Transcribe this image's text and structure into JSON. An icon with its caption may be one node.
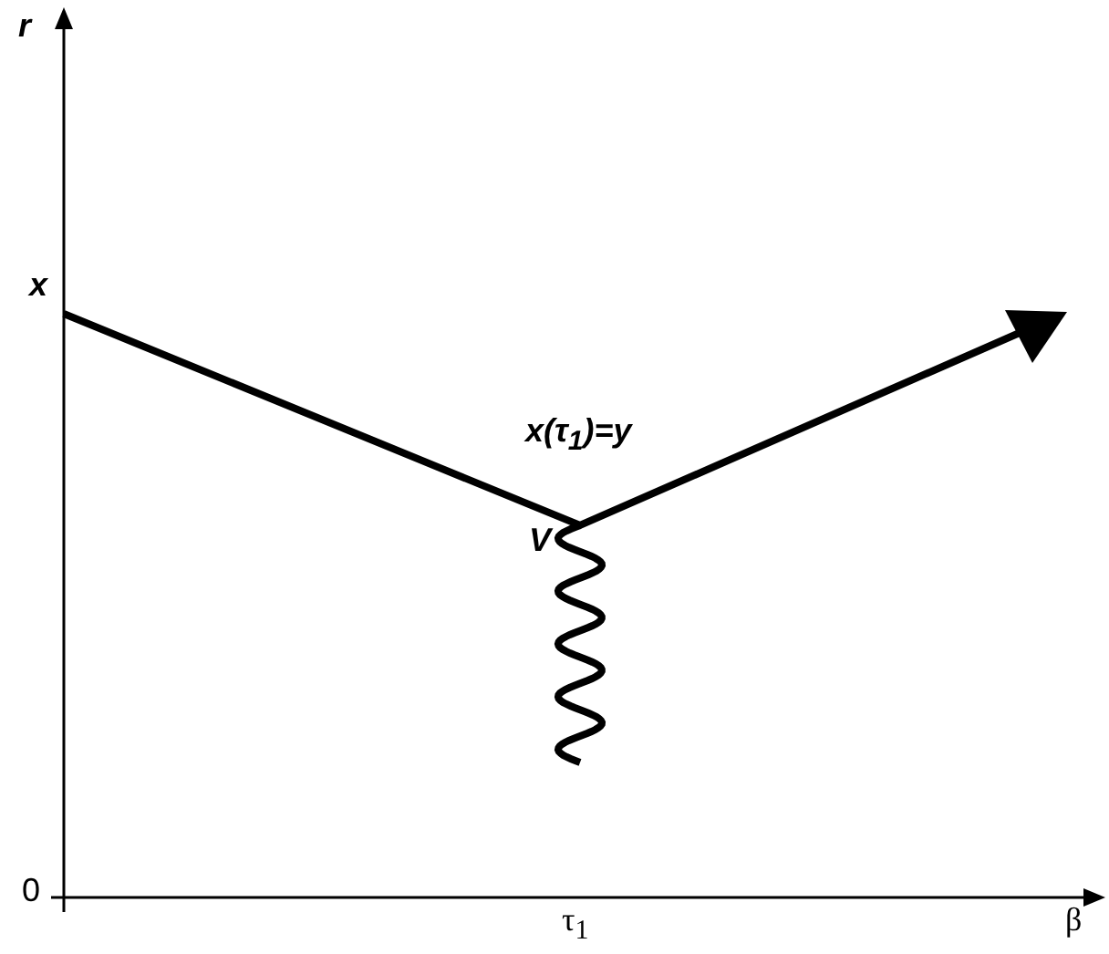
{
  "diagram": {
    "labels": [
      "r",
      "x",
      "x(τ$_{1}$)=y",
      "V",
      "0",
      "τ$_{1}$",
      "β"
    ]
  }
}
